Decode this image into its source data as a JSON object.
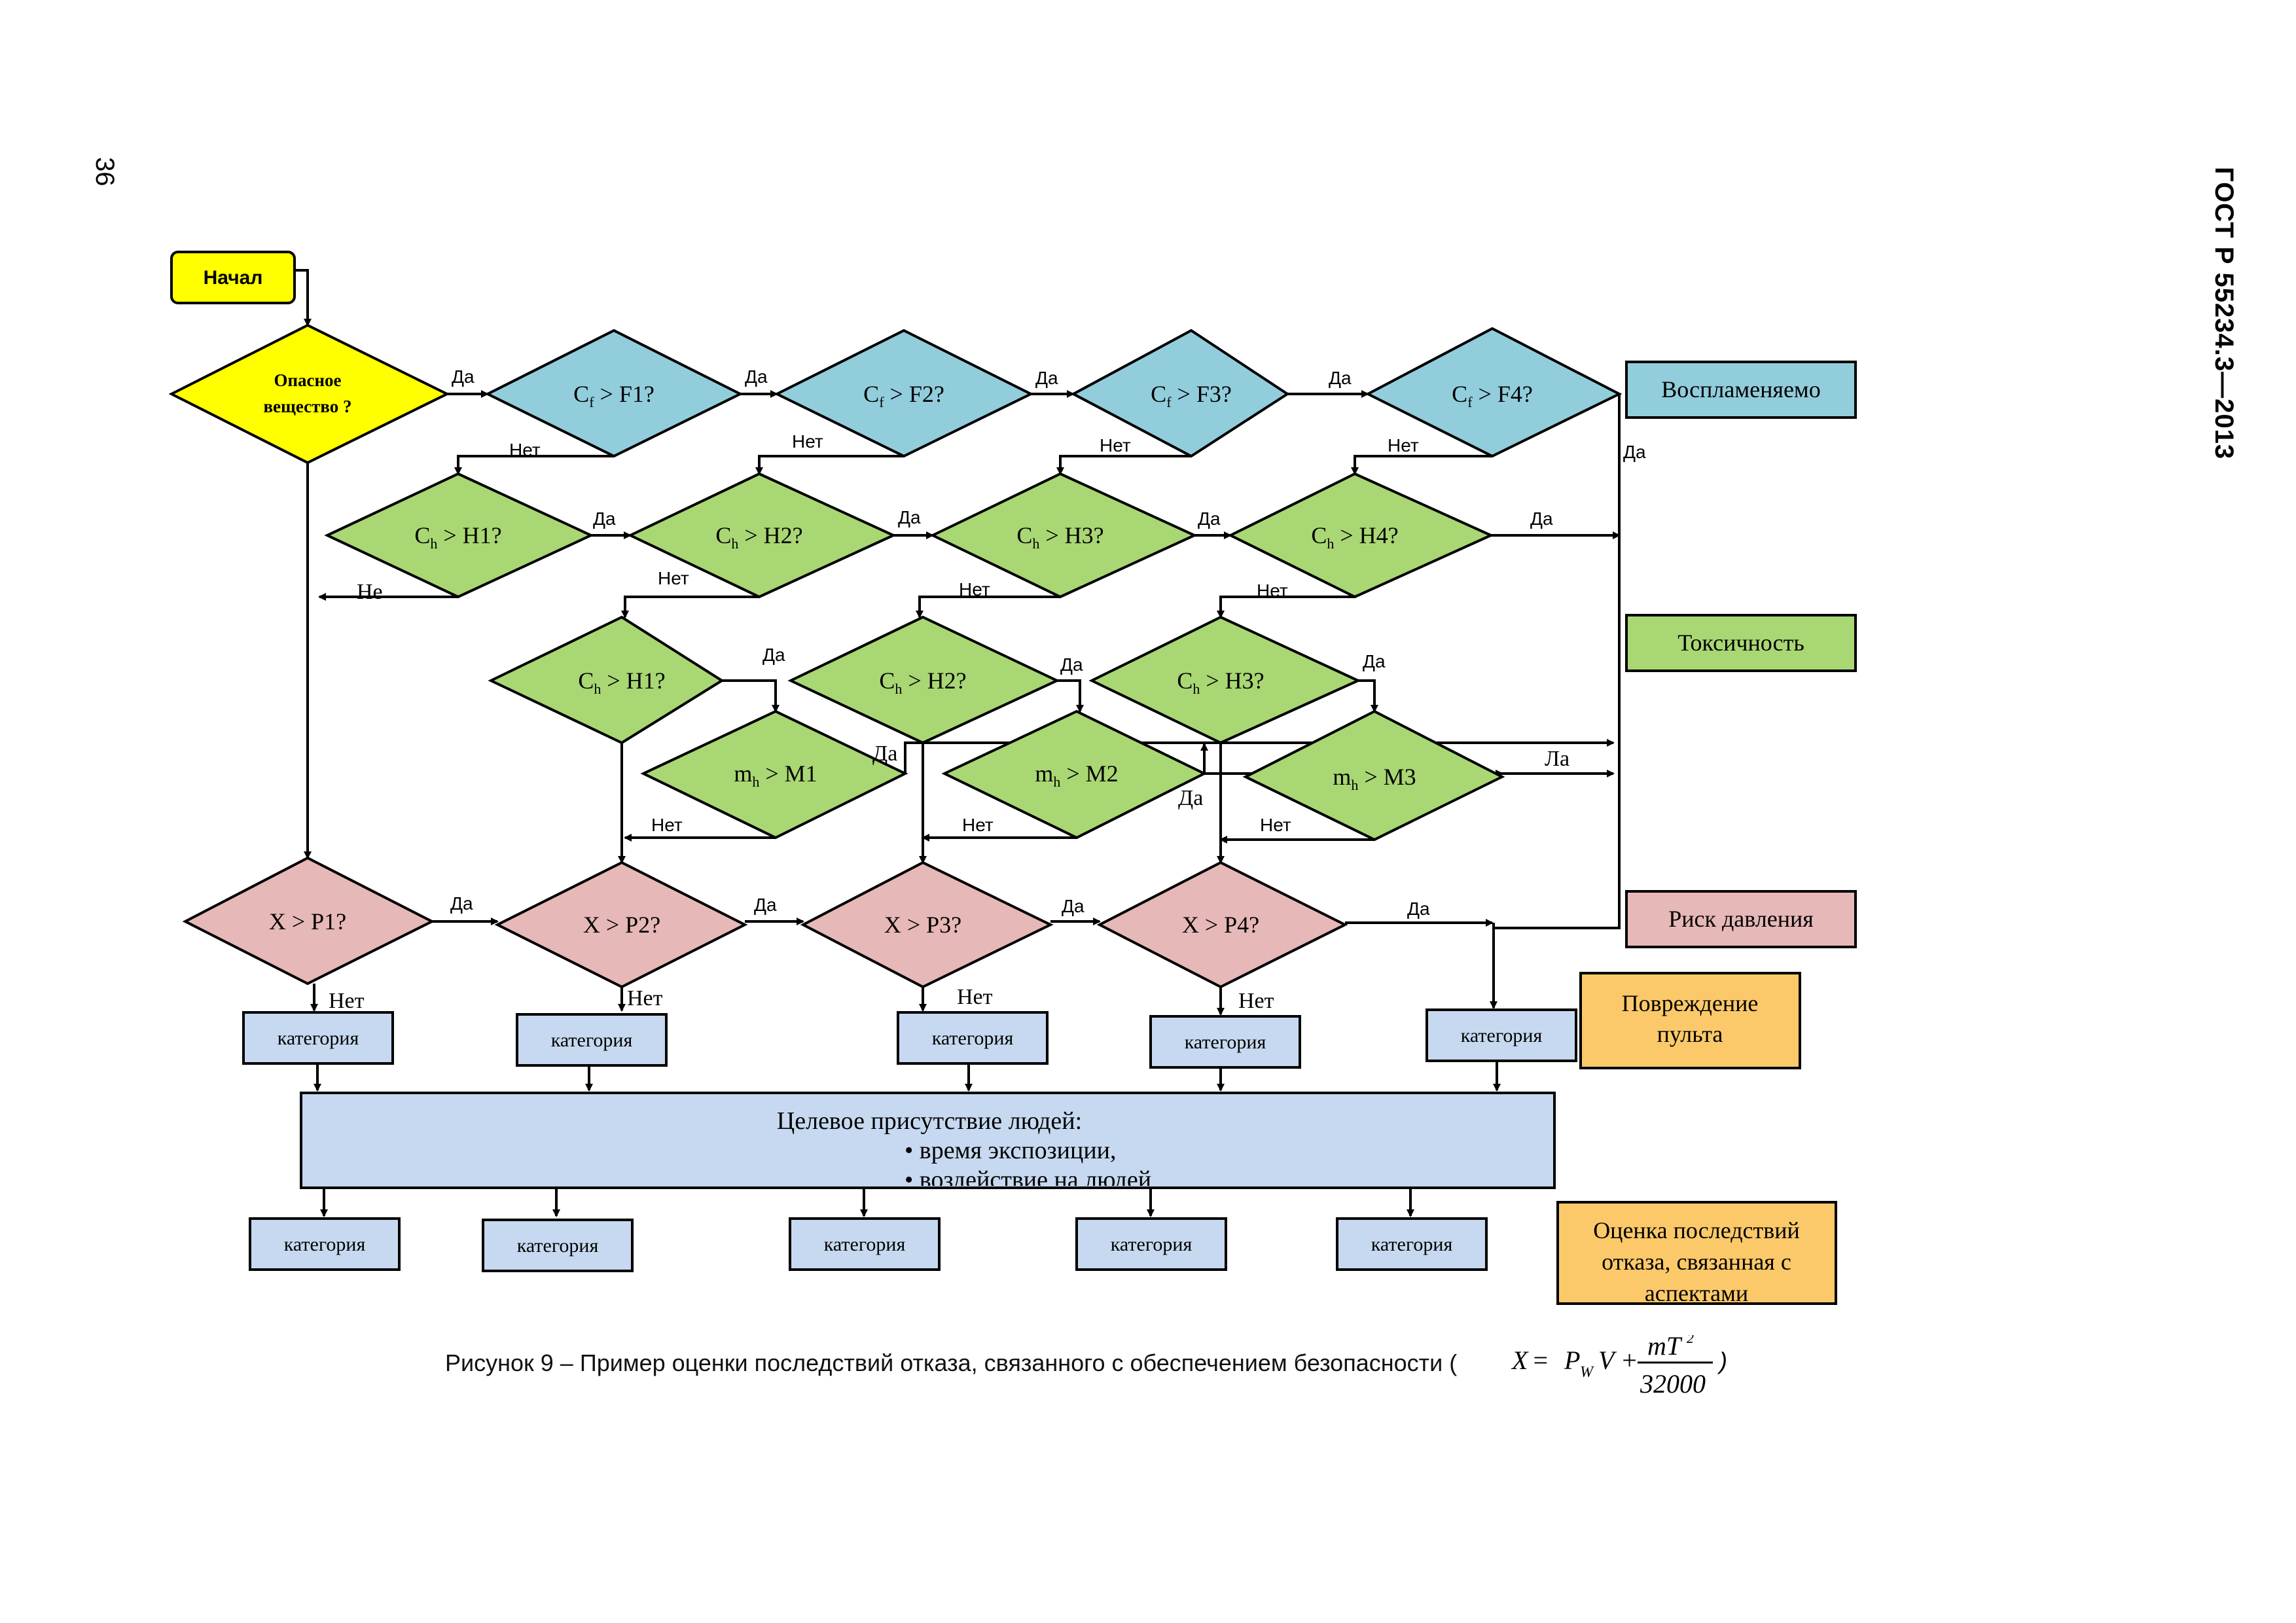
{
  "page_number": "36",
  "standard": "ГОСТ Р 55234.3—2013",
  "colors": {
    "yellow": "#ffff00",
    "blue": "#92cddc",
    "green": "#a9d774",
    "pink": "#e6b8b7",
    "orange": "#fcc96a",
    "light_blue": "#c6d9f0",
    "line": "#000000"
  },
  "nodes": {
    "start": "Начал",
    "hazard_line1": "Опасное",
    "hazard_line2": "вещество ?",
    "cf1_main": "C",
    "cf1_sub": "f",
    "cf1_rest": " > F1?",
    "cf2_main": "C",
    "cf2_sub": "f",
    "cf2_rest": " > F2?",
    "cf3_main": "C",
    "cf3_sub": "f",
    "cf3_rest": " > F3?",
    "cf4_main": "C",
    "cf4_sub": "f",
    "cf4_rest": " > F4?",
    "ch_a1_main": "C",
    "ch_a1_sub": "h",
    "ch_a1_rest": " > H1?",
    "ch_a2_main": "C",
    "ch_a2_sub": "h",
    "ch_a2_rest": " > H2?",
    "ch_a3_main": "C",
    "ch_a3_sub": "h",
    "ch_a3_rest": " > H3?",
    "ch_a4_main": "C",
    "ch_a4_sub": "h",
    "ch_a4_rest": " > H4?",
    "ch_b1_main": "C",
    "ch_b1_sub": "h",
    "ch_b1_rest": " > H1?",
    "ch_b2_main": "C",
    "ch_b2_sub": "h",
    "ch_b2_rest": " > H2?",
    "ch_b3_main": "C",
    "ch_b3_sub": "h",
    "ch_b3_rest": " > H3?",
    "mh1_main": "m",
    "mh1_sub": "h",
    "mh1_rest": " > M1",
    "mh2_main": "m",
    "mh2_sub": "h",
    "mh2_rest": " > M2",
    "mh3_main": "m",
    "mh3_sub": "h",
    "mh3_rest": " > M3",
    "xp1": "X > P1?",
    "xp2": "X > P2?",
    "xp3": "X > P3?",
    "xp4": "X > P4?",
    "cat": "категория",
    "presence_title": "Целевое присутствие людей:",
    "presence_item1": "• время экспозиции,",
    "presence_item2": "• воздействие на людей"
  },
  "side_labels": {
    "flammable": "Воспламеняемо",
    "toxicity": "Токсичность",
    "pressure": "Риск давления",
    "damage_line1": "Повреждение",
    "damage_line2": "пульта",
    "assessment_line1": "Оценка последствий",
    "assessment_line2": "отказа, связанная с",
    "assessment_line3": "аспектами"
  },
  "edge_labels": {
    "yes": "Да",
    "no": "Нет",
    "yes_alt": "Ла",
    "no_alt": "Не"
  },
  "caption": {
    "text": "Рисунок 9 – Пример оценки последствий отказа, связанного с обеспечением безопасности (",
    "close": ")",
    "formula_x": "X",
    "formula_eq": " = ",
    "formula_p": "P",
    "formula_p_sub": "W",
    "formula_v": "V +",
    "formula_num": "mT",
    "formula_num_sup": "2",
    "formula_den": "32000"
  }
}
